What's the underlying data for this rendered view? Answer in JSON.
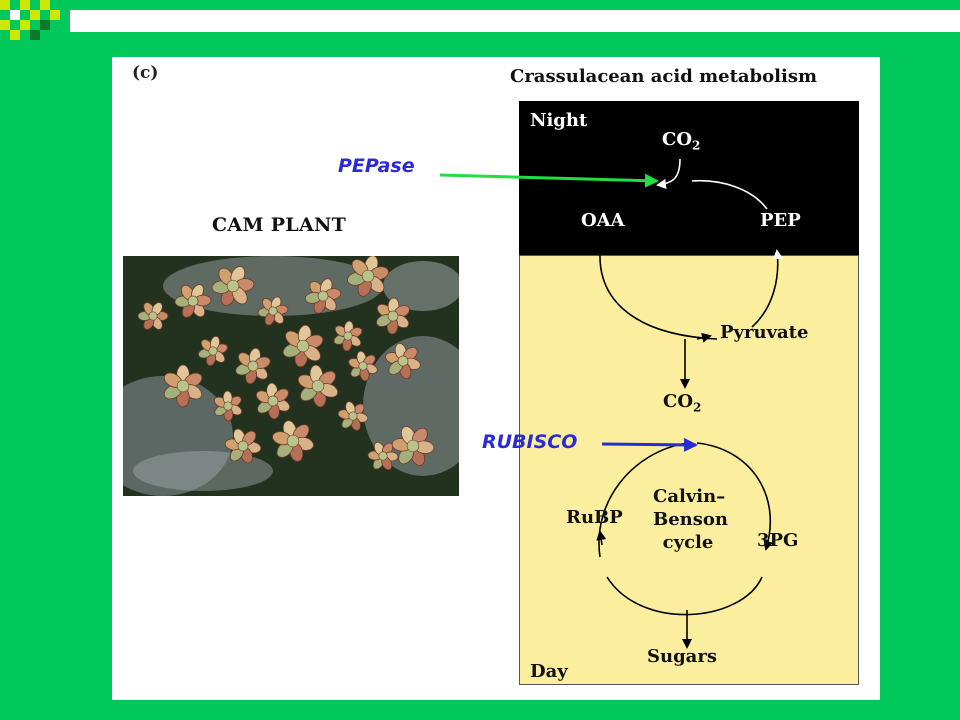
{
  "figure_label": "(c)",
  "plant": {
    "title": "CAM PLANT"
  },
  "diagram": {
    "title": "Crassulacean acid metabolism",
    "night_label": "Night",
    "day_label": "Day",
    "co2_night": "CO",
    "co2_night_sub": "2",
    "oaa": "OAA",
    "pep": "PEP",
    "pyruvate": "Pyruvate",
    "co2_day": "CO",
    "co2_day_sub": "2",
    "rubp": "RuBP",
    "pg3": "3PG",
    "cycle_line1": "Calvin–",
    "cycle_line2": "Benson",
    "cycle_line3": "cycle",
    "sugars": "Sugars",
    "enzyme_night": "PEPase",
    "enzyme_day": "RUBISCO"
  },
  "colors": {
    "background": "#00c85a",
    "night_panel": "#000000",
    "day_panel": "#fbef9f",
    "pepase": "#2b2bd6",
    "pepase_arrow": "#22dd44",
    "rubisco": "#2b2bd6",
    "rubisco_arrow": "#2b2bd6"
  }
}
